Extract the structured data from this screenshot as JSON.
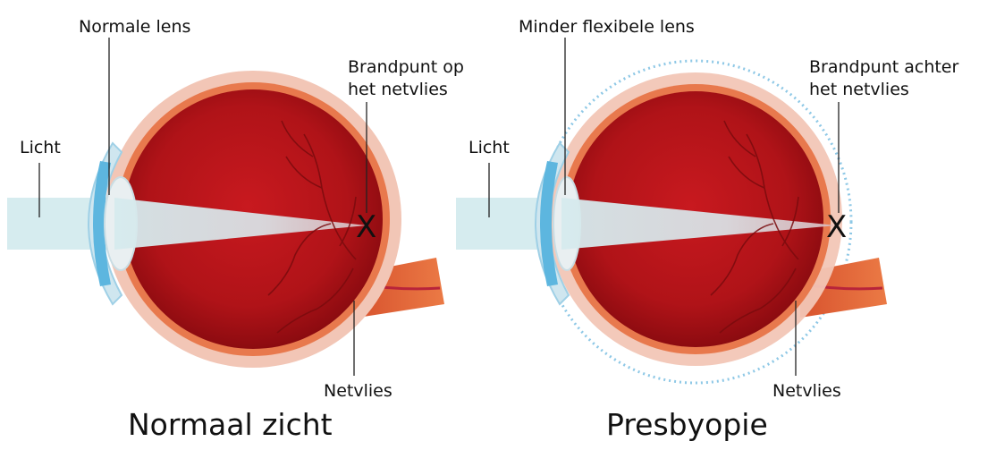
{
  "left": {
    "lens_label": "Normale lens",
    "focus_label_line1": "Brandpunt op",
    "focus_label_line2": "het netvlies",
    "light_label": "Licht",
    "retina_label": "Netvlies",
    "caption": "Normaal zicht",
    "focal_mark": "X"
  },
  "right": {
    "lens_label": "Minder flexibele lens",
    "focus_label_line1": "Brandpunt achter",
    "focus_label_line2": "het netvlies",
    "light_label": "Licht",
    "retina_label": "Netvlies",
    "caption": "Presbyopie",
    "focal_mark": "X"
  },
  "colors": {
    "sclera": "#f1c4b4",
    "choroid": "#e6794e",
    "interior": "#b51419",
    "interior_dark": "#8c0b10",
    "vessel": "#6e0a0c",
    "lens_blue": "#5fb7e0",
    "light_beam": "#d8ecef",
    "dotted_outline": "#8ec8e6"
  }
}
